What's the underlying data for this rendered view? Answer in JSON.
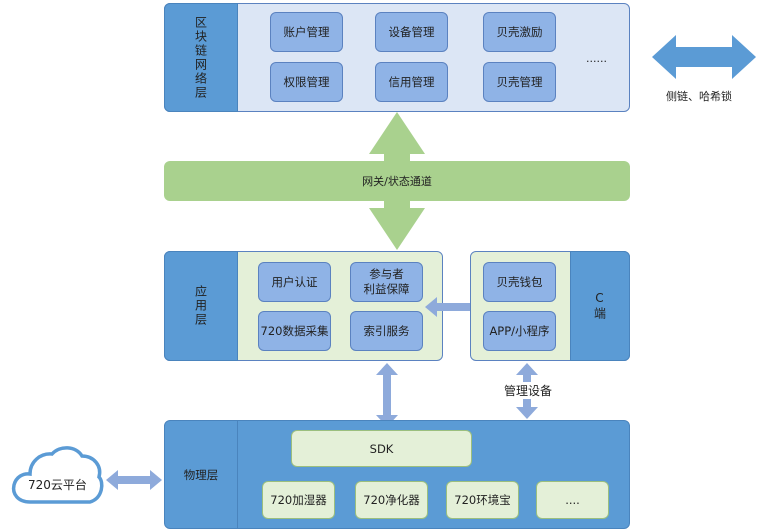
{
  "blockchain_layer": {
    "label": "区块链网络层",
    "modules": [
      "账户管理",
      "设备管理",
      "贝壳激励",
      "权限管理",
      "信用管理",
      "贝壳管理"
    ],
    "ellipsis": "......"
  },
  "side_note": "侧链、哈希锁",
  "gateway": "网关/状态通道",
  "application_layer": {
    "label": "应用层",
    "modules": [
      "用户认证",
      "参与者\n利益保障",
      "720数据采集",
      "索引服务"
    ]
  },
  "client_layer": {
    "label": "C端",
    "modules": [
      "贝壳钱包",
      "APP/小程序"
    ]
  },
  "manage_device": "管理设备",
  "physical_layer": {
    "label": "物理层",
    "sdk": "SDK",
    "devices": [
      "720加湿器",
      "720净化器",
      "720环境宝",
      "...."
    ]
  },
  "cloud": "720云平台",
  "colors": {
    "layer_bg": "#dce6f5",
    "accent_blue": "#5b9bd5",
    "module_blue": "#8fb3e6",
    "green": "#a9d18e",
    "arrow_blue": "#8eaadb"
  }
}
